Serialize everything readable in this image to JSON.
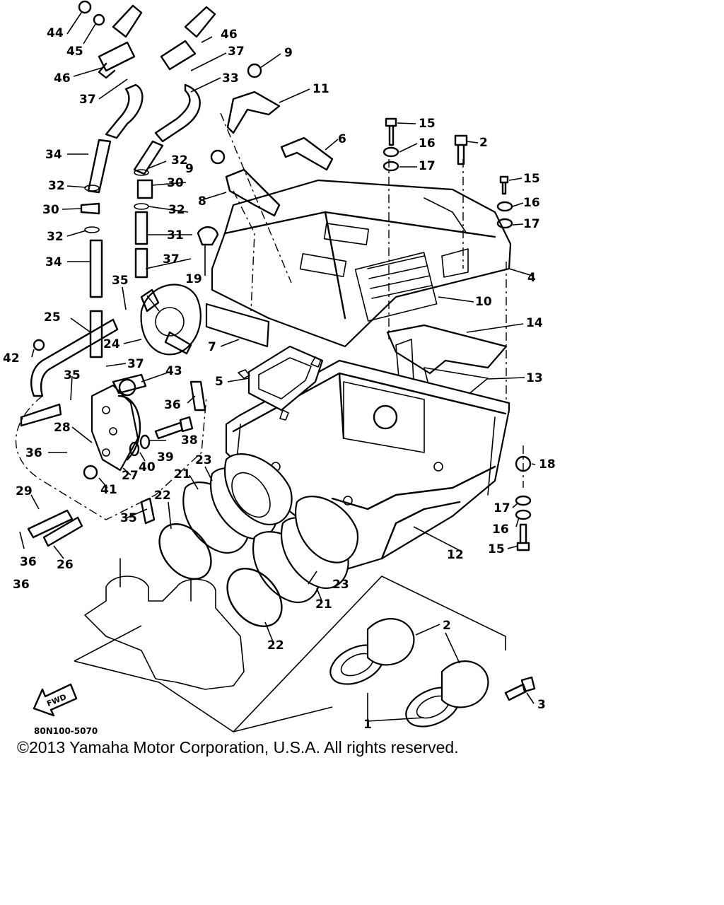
{
  "diagram": {
    "drawing_code": "80N100-5070",
    "fwd_arrow_text": "FWD",
    "callouts": [
      "1",
      "2",
      "2",
      "3",
      "4",
      "5",
      "6",
      "7",
      "8",
      "9",
      "9",
      "10",
      "11",
      "12",
      "13",
      "14",
      "15",
      "15",
      "15",
      "16",
      "16",
      "16",
      "17",
      "17",
      "17",
      "18",
      "19",
      "21",
      "21",
      "22",
      "22",
      "23",
      "23",
      "24",
      "25",
      "26",
      "27",
      "28",
      "29",
      "30",
      "30",
      "31",
      "32",
      "32",
      "32",
      "32",
      "33",
      "34",
      "34",
      "35",
      "35",
      "35",
      "36",
      "36",
      "36",
      "36",
      "37",
      "37",
      "37",
      "37",
      "38",
      "39",
      "40",
      "41",
      "42",
      "43",
      "44",
      "45",
      "46",
      "46"
    ]
  },
  "footer": {
    "copyright": "©2013 Yamaha Motor Corporation, U.S.A. All rights reserved."
  }
}
